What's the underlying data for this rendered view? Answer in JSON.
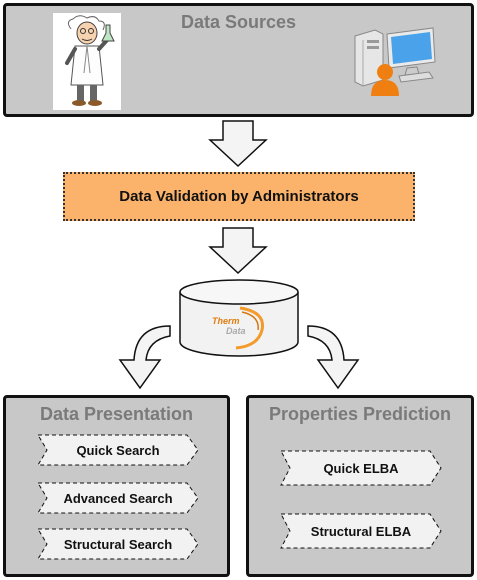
{
  "sources": {
    "title": "Data Sources"
  },
  "validation": {
    "label": "Data Validation by Administrators"
  },
  "database": {
    "logo_text_top": "Therm",
    "logo_text_bottom": "Data"
  },
  "presentation": {
    "title": "Data Presentation",
    "items": [
      "Quick Search",
      "Advanced Search",
      "Structural Search"
    ]
  },
  "prediction": {
    "title": "Properties Prediction",
    "items": [
      "Quick ELBA",
      "Structural ELBA"
    ]
  },
  "icons": [
    "scientist-icon",
    "computer-user-icon",
    "database-icon",
    "down-arrow-icon",
    "curved-arrow-icon"
  ],
  "colors": {
    "panel": "#c8c8c8",
    "validation": "#fbb36b",
    "user": "#f07f12",
    "logo": "#f39a2b"
  }
}
